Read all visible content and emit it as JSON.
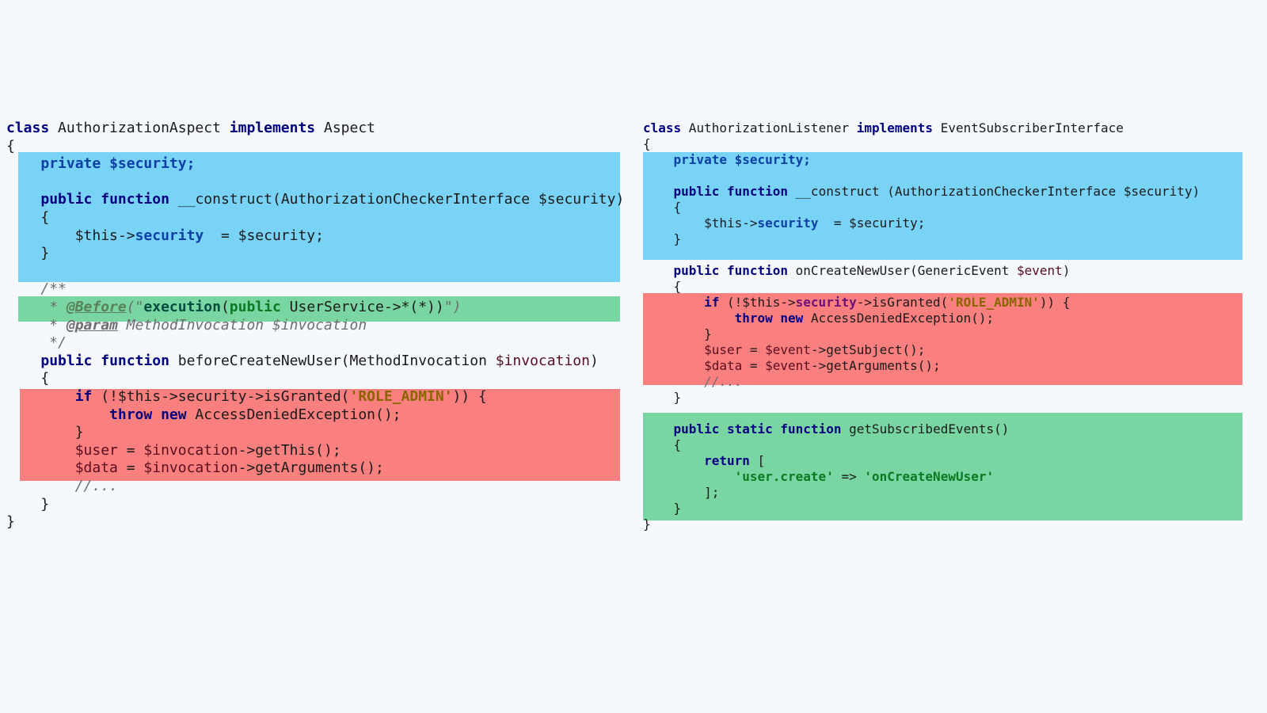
{
  "left": {
    "lines": [
      [
        [
          "kw",
          "class"
        ],
        [
          "",
          ""
        ],
        [
          "",
          " AuthorizationAspect "
        ],
        [
          "kw",
          "implements"
        ],
        [
          "",
          " Aspect"
        ]
      ],
      [
        [
          "",
          "{"
        ]
      ],
      [
        [
          "",
          "    "
        ],
        [
          "kw2",
          "private"
        ],
        [
          "",
          " "
        ],
        [
          "pfld",
          "$security;"
        ]
      ],
      [
        [
          "",
          ""
        ]
      ],
      [
        [
          "",
          "    "
        ],
        [
          "kw",
          "public"
        ],
        [
          "",
          " "
        ],
        [
          "kw",
          "function"
        ],
        [
          "",
          " __construct(AuthorizationCheckerInterface "
        ],
        [
          "",
          "$security)"
        ]
      ],
      [
        [
          "",
          "    {"
        ]
      ],
      [
        [
          "",
          "        $this->"
        ],
        [
          "pfld",
          "security"
        ],
        [
          "",
          "  = $security;"
        ]
      ],
      [
        [
          "",
          "    }"
        ]
      ],
      [
        [
          "",
          ""
        ]
      ],
      [
        [
          "cm",
          "    /**"
        ]
      ],
      [
        [
          "cm",
          "     * "
        ],
        [
          "atag",
          "@Before"
        ],
        [
          "cm",
          "(\""
        ],
        [
          "exec",
          "execution"
        ],
        [
          "",
          "("
        ],
        [
          "str",
          "public"
        ],
        [
          "",
          " UserService->*(*))"
        ],
        [
          "cm",
          "\")"
        ]
      ],
      [
        [
          "cm",
          "     * "
        ],
        [
          "tag",
          "@param"
        ],
        [
          "cm",
          " MethodInvocation $invocation"
        ]
      ],
      [
        [
          "cm",
          "     */"
        ]
      ],
      [
        [
          "",
          "    "
        ],
        [
          "kw",
          "public"
        ],
        [
          "",
          " "
        ],
        [
          "kw",
          "function"
        ],
        [
          "",
          " beforeCreateNewUser(MethodInvocation "
        ],
        [
          "var",
          "$invocation"
        ],
        [
          "",
          ")"
        ]
      ],
      [
        [
          "",
          "    {"
        ]
      ],
      [
        [
          "",
          "        "
        ],
        [
          "kw",
          "if"
        ],
        [
          "",
          " (!$this->security->isGranted("
        ],
        [
          "str2",
          "'ROLE_ADMIN'"
        ],
        [
          "",
          ")) {"
        ]
      ],
      [
        [
          "",
          "            "
        ],
        [
          "kw",
          "throw"
        ],
        [
          "",
          " "
        ],
        [
          "kw",
          "new"
        ],
        [
          "",
          " AccessDeniedException();"
        ]
      ],
      [
        [
          "",
          "        }"
        ]
      ],
      [
        [
          "",
          "        "
        ],
        [
          "var",
          "$user"
        ],
        [
          "",
          " = "
        ],
        [
          "var",
          "$invocation"
        ],
        [
          "",
          "->getThis();"
        ]
      ],
      [
        [
          "",
          "        "
        ],
        [
          "var",
          "$data"
        ],
        [
          "",
          " = "
        ],
        [
          "var",
          "$invocation"
        ],
        [
          "",
          "->getArguments();"
        ]
      ],
      [
        [
          "cm",
          "        //..."
        ]
      ],
      [
        [
          "",
          "    }"
        ]
      ],
      [
        [
          "",
          "}"
        ]
      ]
    ]
  },
  "right": {
    "lines": [
      [
        [
          "kw",
          "class"
        ],
        [
          "",
          " AuthorizationListener "
        ],
        [
          "kw",
          "implements"
        ],
        [
          "",
          " EventSubscriberInterface"
        ]
      ],
      [
        [
          "",
          "{"
        ]
      ],
      [
        [
          "",
          "    "
        ],
        [
          "kw2",
          "private"
        ],
        [
          "",
          " "
        ],
        [
          "pfld",
          "$security;"
        ]
      ],
      [
        [
          "",
          ""
        ]
      ],
      [
        [
          "",
          "    "
        ],
        [
          "kw",
          "public"
        ],
        [
          "",
          " "
        ],
        [
          "kw",
          "function"
        ],
        [
          "",
          " __construct (AuthorizationCheckerInterface $security)"
        ]
      ],
      [
        [
          "",
          "    {"
        ]
      ],
      [
        [
          "",
          "        $this->"
        ],
        [
          "pfld",
          "security"
        ],
        [
          "",
          "  = $security;"
        ]
      ],
      [
        [
          "",
          "    }"
        ]
      ],
      [
        [
          "",
          ""
        ]
      ],
      [
        [
          "",
          "    "
        ],
        [
          "kw",
          "public"
        ],
        [
          "",
          " "
        ],
        [
          "kw",
          "function"
        ],
        [
          "",
          " onCreateNewUser(GenericEvent "
        ],
        [
          "var",
          "$event"
        ],
        [
          "",
          ")"
        ]
      ],
      [
        [
          "",
          "    {"
        ]
      ],
      [
        [
          "",
          "        "
        ],
        [
          "kw",
          "if"
        ],
        [
          "",
          " (!$this->"
        ],
        [
          "fld",
          "security"
        ],
        [
          "",
          "->isGranted("
        ],
        [
          "str2",
          "'ROLE_ADMIN'"
        ],
        [
          "",
          ")) {"
        ]
      ],
      [
        [
          "",
          "            "
        ],
        [
          "kw",
          "throw"
        ],
        [
          "",
          " "
        ],
        [
          "kw",
          "new"
        ],
        [
          "",
          " AccessDeniedException();"
        ]
      ],
      [
        [
          "",
          "        }"
        ]
      ],
      [
        [
          "",
          "        "
        ],
        [
          "var",
          "$user"
        ],
        [
          "",
          " = "
        ],
        [
          "var",
          "$event"
        ],
        [
          "",
          "->getSubject();"
        ]
      ],
      [
        [
          "",
          "        "
        ],
        [
          "var",
          "$data"
        ],
        [
          "",
          " = "
        ],
        [
          "var",
          "$event"
        ],
        [
          "",
          "->getArguments();"
        ]
      ],
      [
        [
          "cm",
          "        //..."
        ]
      ],
      [
        [
          "",
          "    }"
        ]
      ],
      [
        [
          "",
          ""
        ]
      ],
      [
        [
          "",
          "    "
        ],
        [
          "kw",
          "public"
        ],
        [
          "",
          " "
        ],
        [
          "kw",
          "static"
        ],
        [
          "",
          " "
        ],
        [
          "kw",
          "function"
        ],
        [
          "",
          " getSubscribedEvents()"
        ]
      ],
      [
        [
          "",
          "    {"
        ]
      ],
      [
        [
          "",
          "        "
        ],
        [
          "kw",
          "return"
        ],
        [
          "",
          " ["
        ]
      ],
      [
        [
          "",
          "            "
        ],
        [
          "str",
          "'user.create'"
        ],
        [
          "",
          " => "
        ],
        [
          "str",
          "'onCreateNewUser'"
        ]
      ],
      [
        [
          "",
          "        ];"
        ]
      ],
      [
        [
          "",
          "    }"
        ]
      ],
      [
        [
          "",
          "}"
        ]
      ]
    ]
  },
  "highlight_colors": {
    "blue": "#78d3f6",
    "green": "#79d5a1",
    "red": "#fa8080"
  }
}
